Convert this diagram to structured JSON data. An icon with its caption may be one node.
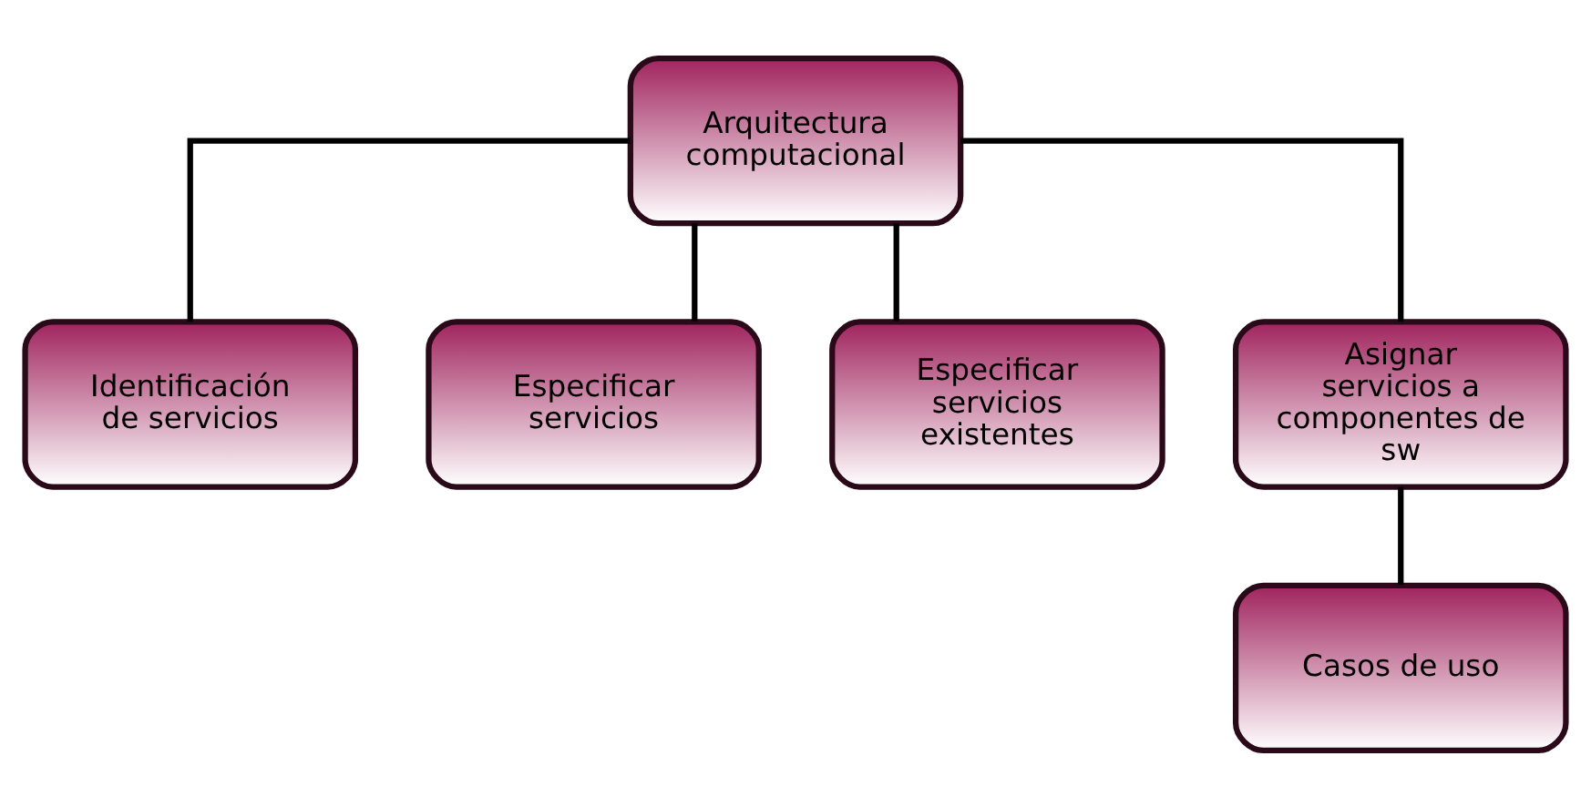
{
  "diagram": {
    "nodes": [
      {
        "text": [
          "Arquitectura computacional"
        ]
      },
      {
        "text": [
          "Identificación de servicios"
        ]
      },
      {
        "text": [
          "Especificar servicios"
        ]
      },
      {
        "text": [
          "Especificar servicios existentes"
        ]
      },
      {
        "text": [
          "Asignar servicios a componentes de sw"
        ]
      },
      {
        "text": [
          "Casos de uso"
        ]
      }
    ],
    "edges": [
      {
        "from": 0,
        "to": 1,
        "arrow": "none"
      },
      {
        "from": 0,
        "to": 2,
        "arrow": "none"
      },
      {
        "from": 0,
        "to": 3,
        "arrow": "none"
      },
      {
        "from": 0,
        "to": 4,
        "arrow": "none"
      },
      {
        "from": 4,
        "to": 5,
        "arrow": "none"
      }
    ]
  }
}
